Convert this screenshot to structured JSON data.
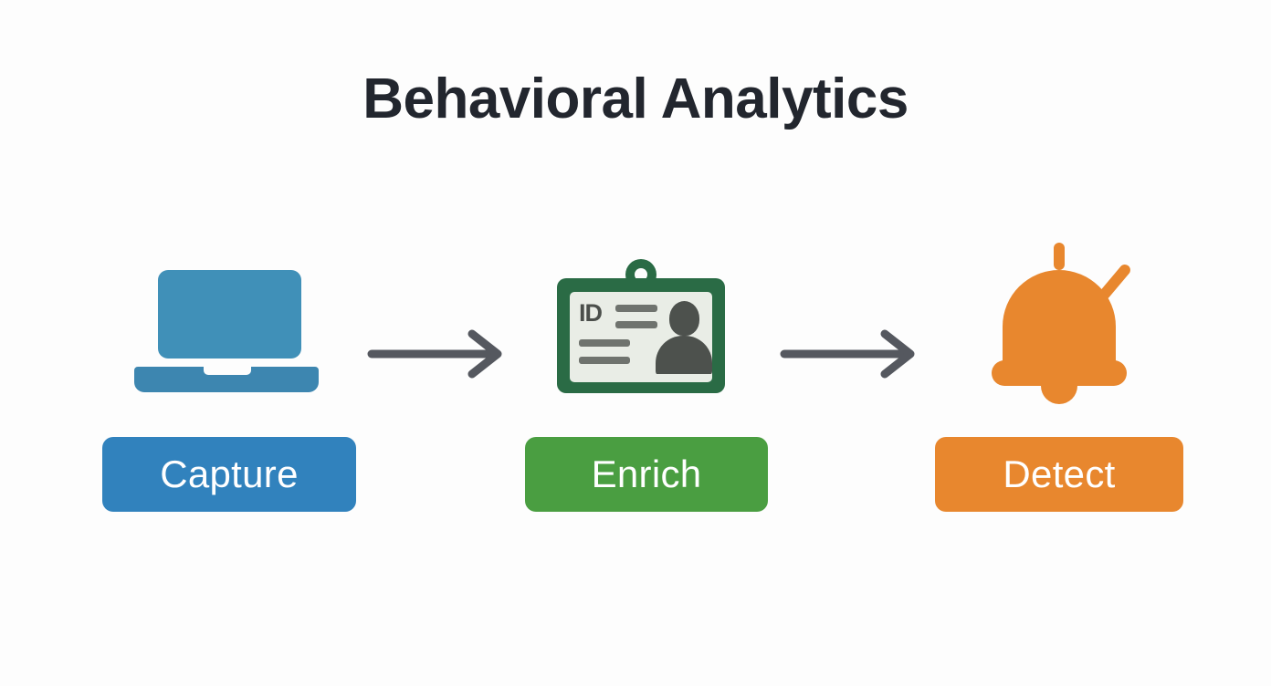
{
  "page": {
    "title": "Behavioral Analytics",
    "background_color": "#fdfdfd",
    "title_color": "#22262e"
  },
  "diagram": {
    "type": "process-flow",
    "orientation": "horizontal",
    "stage_count": 3,
    "arrow_color": "#55585f",
    "stages": [
      {
        "id": "capture",
        "label": "Capture",
        "color": "#3182bd",
        "icon": "laptop-icon",
        "icon_colors": {
          "screen": "#4090b8",
          "base": "#3d86b0"
        }
      },
      {
        "id": "enrich",
        "label": "Enrich",
        "color": "#4a9e41",
        "icon": "id-badge-icon",
        "icon_colors": {
          "border": "#2a6b45",
          "card": "#e9ede6",
          "detail": "#6f736e",
          "person": "#4d514d"
        },
        "icon_text": "ID"
      },
      {
        "id": "detect",
        "label": "Detect",
        "color": "#e8872e",
        "icon": "bell-icon",
        "icon_colors": {
          "bell": "#e8872e"
        }
      }
    ],
    "arrows": [
      {
        "id": "arrow-capture-to-enrich",
        "from": "capture",
        "to": "enrich"
      },
      {
        "id": "arrow-enrich-to-detect",
        "from": "enrich",
        "to": "detect"
      }
    ]
  }
}
